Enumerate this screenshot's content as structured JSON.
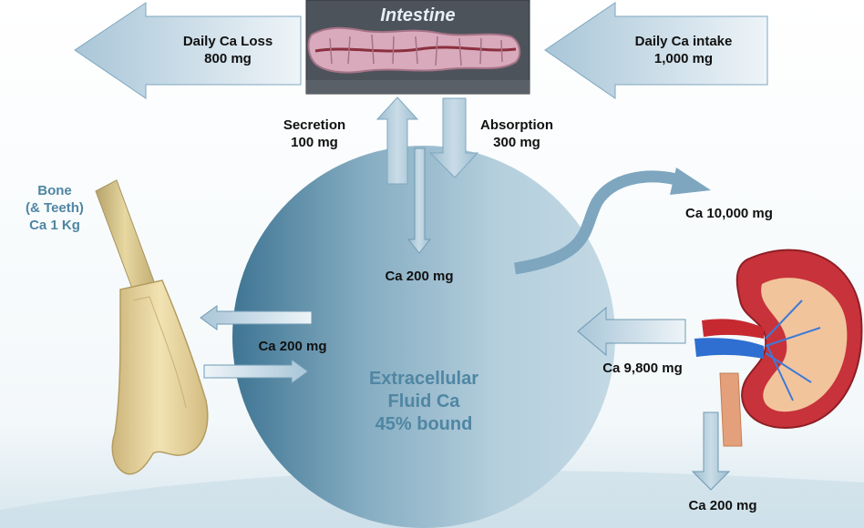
{
  "intestine": {
    "title": "Intestine"
  },
  "loss": {
    "line1": "Daily Ca Loss",
    "line2": "800 mg"
  },
  "intake": {
    "line1": "Daily Ca intake",
    "line2": "1,000 mg"
  },
  "secretion": {
    "line1": "Secretion",
    "line2": "100 mg"
  },
  "absorption": {
    "line1": "Absorption",
    "line2": "300 mg"
  },
  "bone": {
    "line1": "Bone",
    "line2": "(& Teeth)",
    "line3": "Ca 1 Kg"
  },
  "ecf": {
    "line1": "Extracellular",
    "line2": "Fluid Ca",
    "line3": "45% bound"
  },
  "flows": {
    "gut_to_ecf": "Ca 200 mg",
    "bone_exchange": "Ca 200 mg",
    "filtered": "Ca 10,000 mg",
    "reabsorbed": "Ca 9,800 mg",
    "urine": "Ca 200 mg"
  },
  "colors": {
    "accent_blue": "#4f86a3",
    "circle_dark": "#3f7593",
    "circle_light": "#b4cfdd"
  }
}
